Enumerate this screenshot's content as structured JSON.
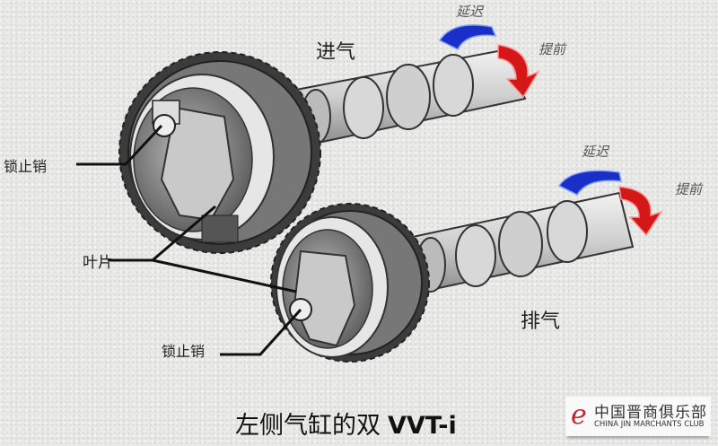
{
  "labels": {
    "intake": "进气",
    "exhaust": "排气",
    "lock_pin_upper": "锁止销",
    "vane": "叶片",
    "lock_pin_lower": "锁止销",
    "intake_retard": "延迟",
    "intake_advance": "提前",
    "exhaust_retard": "延迟",
    "exhaust_advance": "提前"
  },
  "title": {
    "text": "左侧气缸的双",
    "suffix": "VVT-i"
  },
  "watermark": {
    "cn": "中国晋商俱乐部",
    "en": "CHINA JIN MARCHANTS CLUB",
    "logo": "e"
  },
  "colors": {
    "retard_arrow": "#1a2fc8",
    "advance_arrow": "#d41818",
    "logo": "#c0272d"
  }
}
